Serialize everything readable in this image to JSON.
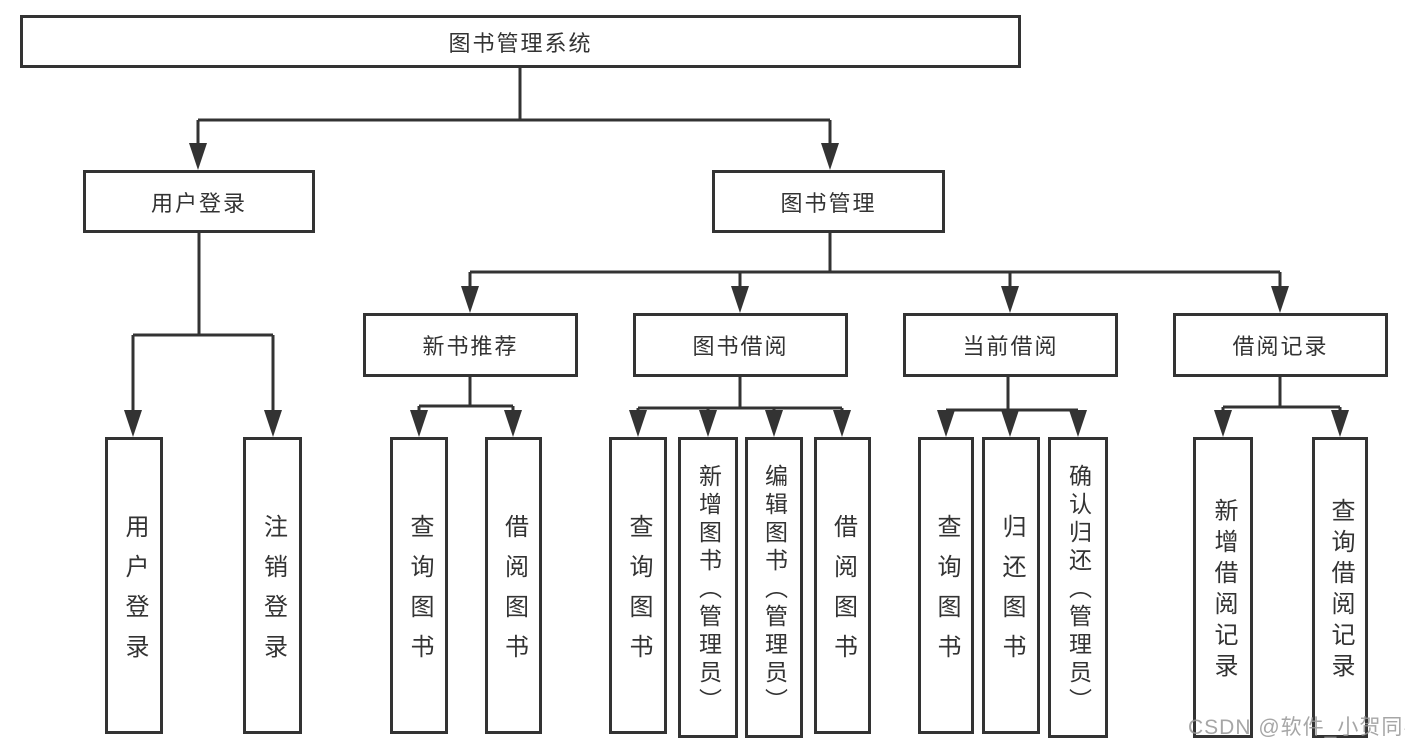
{
  "tree": {
    "label": "图书管理系统",
    "children": [
      {
        "label": "用户登录",
        "children": [
          {
            "label": "用户登录"
          },
          {
            "label": "注销登录"
          }
        ]
      },
      {
        "label": "图书管理",
        "children": [
          {
            "label": "新书推荐",
            "children": [
              {
                "label": "查询图书"
              },
              {
                "label": "借阅图书"
              }
            ]
          },
          {
            "label": "图书借阅",
            "children": [
              {
                "label": "查询图书"
              },
              {
                "label": "新增图书（管理员）"
              },
              {
                "label": "编辑图书（管理员）"
              },
              {
                "label": "借阅图书"
              }
            ]
          },
          {
            "label": "当前借阅",
            "children": [
              {
                "label": "查询图书"
              },
              {
                "label": "归还图书"
              },
              {
                "label": "确认归还（管理员）"
              }
            ]
          },
          {
            "label": "借阅记录",
            "children": [
              {
                "label": "新增借阅记录"
              },
              {
                "label": "查询借阅记录"
              }
            ]
          }
        ]
      }
    ]
  },
  "watermark": "CSDN @软件_小贺同学",
  "colors": {
    "line": "#333333",
    "box_border": "#333333",
    "box_background": "#ffffff",
    "text": "#333333",
    "watermark": "#969696",
    "page_background": "#ffffff"
  }
}
